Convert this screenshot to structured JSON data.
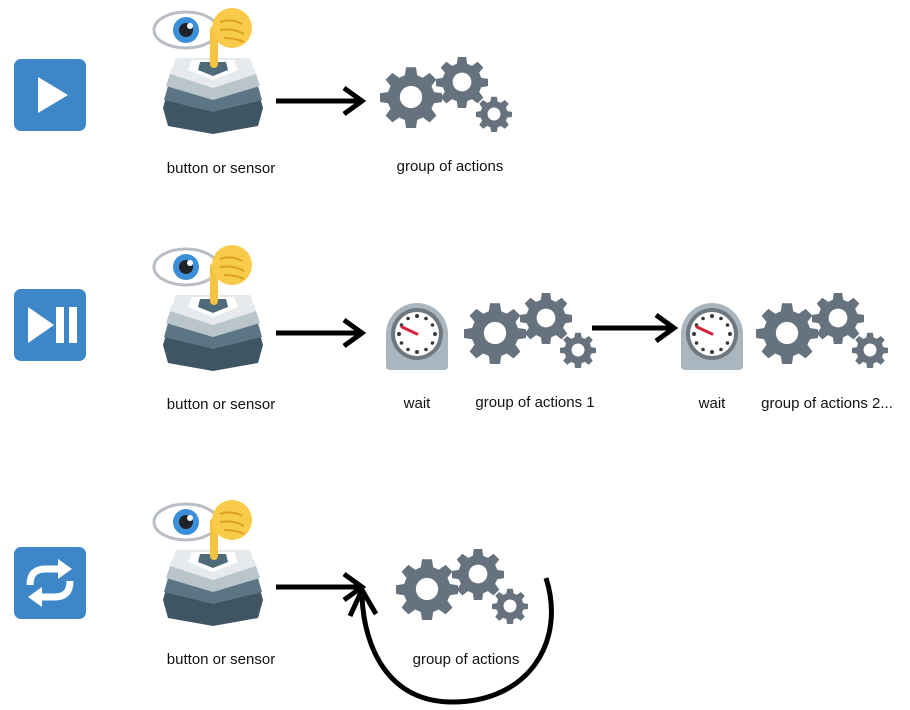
{
  "diagram": {
    "rows": [
      {
        "mode": "play-once",
        "mode_icon": "play-icon",
        "trigger_label": "button or sensor",
        "actions": [
          {
            "type": "gears",
            "label": "group of actions"
          }
        ]
      },
      {
        "mode": "step",
        "mode_icon": "play-pause-icon",
        "trigger_label": "button or sensor",
        "actions": [
          {
            "type": "wait",
            "label": "wait"
          },
          {
            "type": "gears",
            "label": "group of actions 1"
          },
          {
            "type": "wait",
            "label": "wait"
          },
          {
            "type": "gears",
            "label": "group of actions 2..."
          }
        ]
      },
      {
        "mode": "loop",
        "mode_icon": "repeat-icon",
        "trigger_label": "button or sensor",
        "actions": [
          {
            "type": "gears",
            "label": "group of actions"
          }
        ]
      }
    ],
    "colors": {
      "mode_icon_bg": "#3d87c8",
      "gear": "#66727d",
      "arrow": "#000000"
    }
  }
}
